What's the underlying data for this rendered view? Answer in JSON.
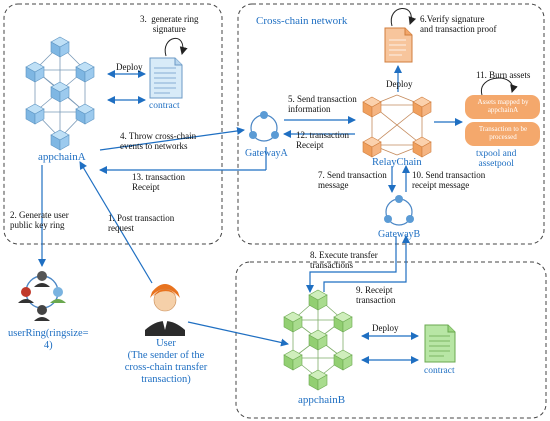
{
  "network": {
    "title": "Cross-chain network"
  },
  "nodes": {
    "appchainA": "appchainA",
    "appchainB": "appchainB",
    "gatewayA": "GatewayA",
    "gatewayB": "GatewayB",
    "relaychain": "RelayChain",
    "contract_a": "contract",
    "contract_b": "contract",
    "user_ring": "userRing(ringsize=\n4)",
    "user": "User\n(The sender of the\ncross-chain transfer\ntransaction)",
    "txpool": "txpool and\nassetpool",
    "pool_box_1": "Assets mapped by\nappchainA",
    "pool_box_2": "Transaction to be\nprocessed"
  },
  "labels": {
    "step1": "1. Post transaction\nrequest",
    "step2": "2. Generate user\npublic key ring",
    "step3": "3.  generate ring\nsignature",
    "step4": "4. Throw cross-chain\nevents to networks",
    "step5": "5. Send transaction\ninformation",
    "step6": "6.Verify signature\nand transaction proof",
    "step7": "7. Send transaction\nmessage",
    "step8": "8. Execute transfer\ntransactions",
    "step9": "9. Receipt\ntransaction",
    "step10": "10. Send transaction\nreceipt message",
    "step11": "11. Burn assets",
    "step12": "12. transaction\nReceipt",
    "step13": "13. transaction\nReceipt",
    "deploy_a": "Deploy",
    "deploy_relay": "Deploy",
    "deploy_b": "Deploy"
  },
  "colors": {
    "blue_text": "#1f6fc2",
    "blue_cube": "#8fc3ea",
    "orange_cube": "#f5b27f",
    "green_cube": "#a9dc8e",
    "arrow": "#1f6fc2"
  }
}
